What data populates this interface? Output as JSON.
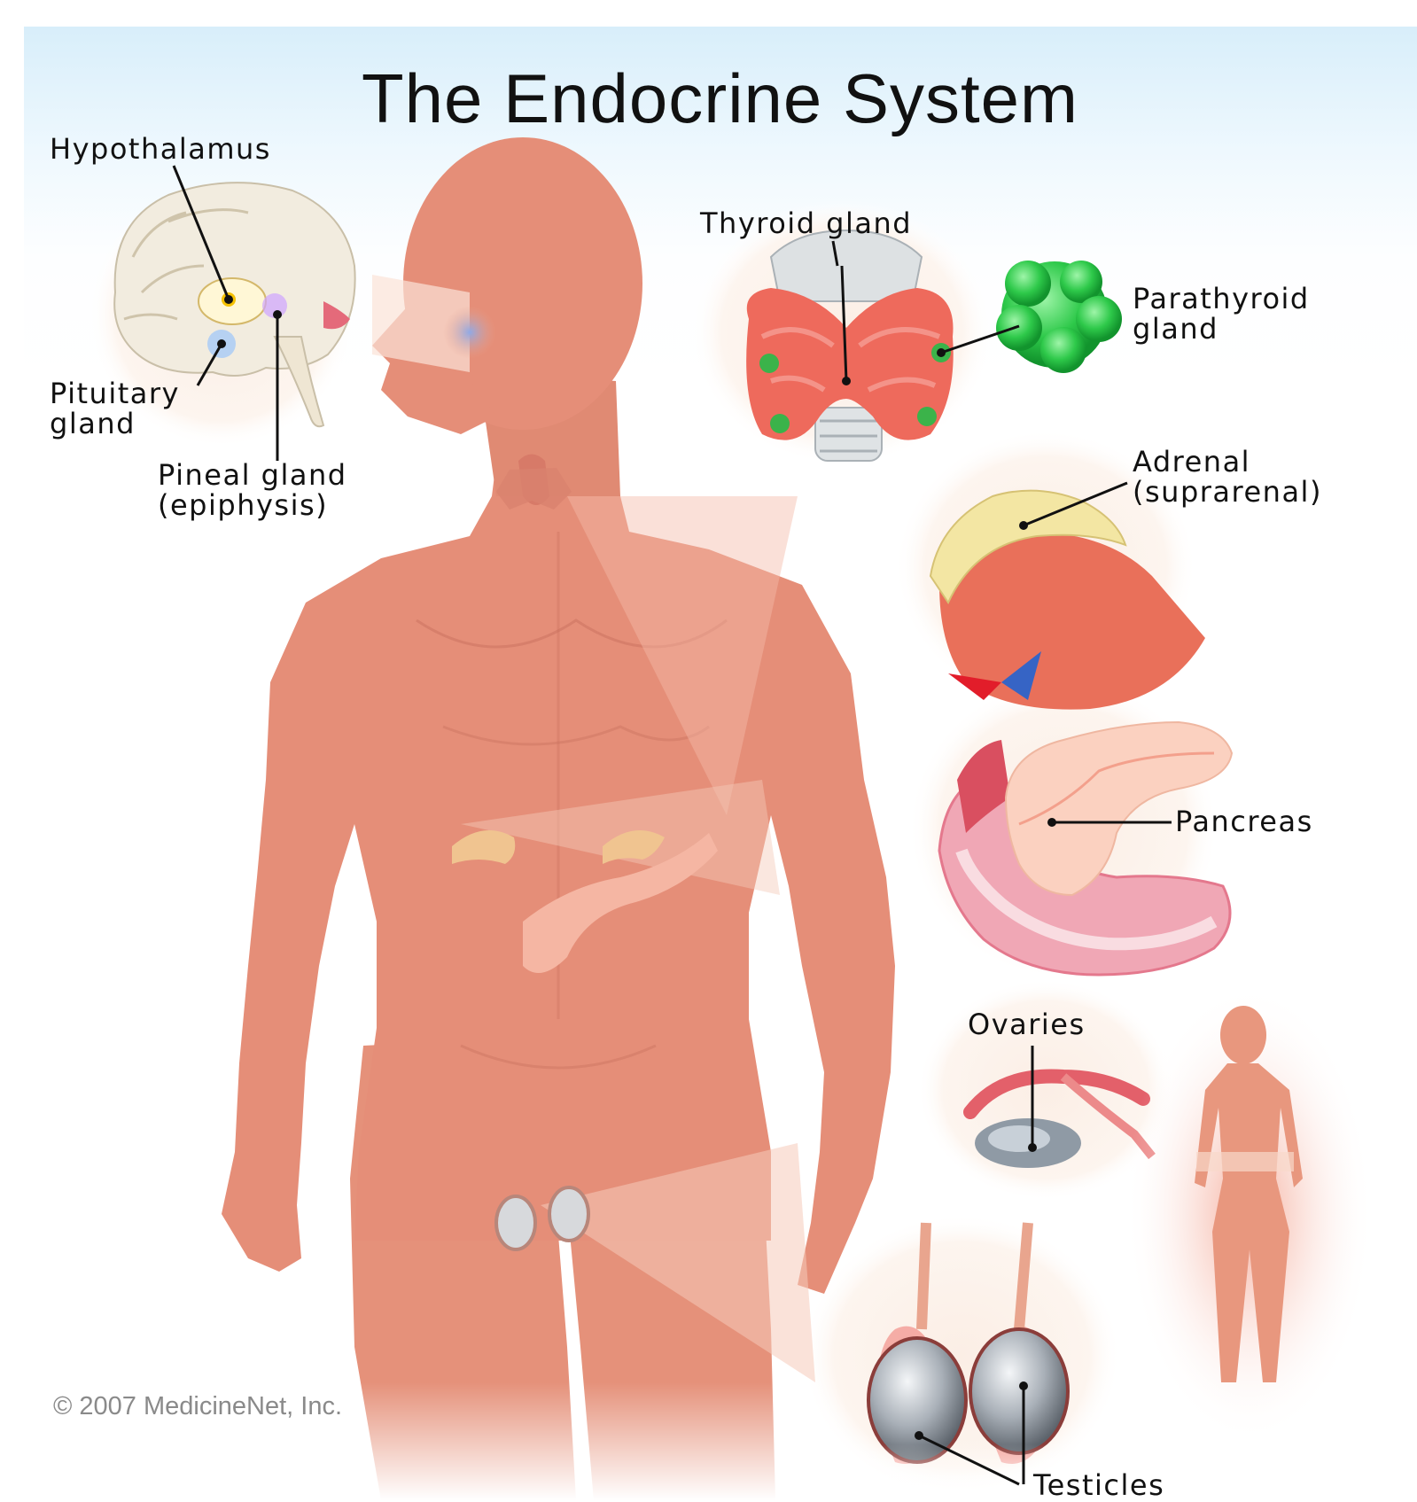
{
  "title": "The Endocrine System",
  "labels": {
    "hypothalamus": "Hypothalamus",
    "pituitary_line1": "Pituitary",
    "pituitary_line2": "gland",
    "pineal_line1": "Pineal gland",
    "pineal_line2": "(epiphysis)",
    "thyroid": "Thyroid gland",
    "parathyroid_line1": "Parathyroid",
    "parathyroid_line2": "gland",
    "adrenal_line1": "Adrenal",
    "adrenal_line2": "(suprarenal)",
    "pancreas": "Pancreas",
    "ovaries": "Ovaries",
    "testicles": "Testicles"
  },
  "copyright": "© 2007 MedicineNet, Inc.",
  "colors": {
    "skin": "#e58e78",
    "background_top": "#d8eefa",
    "parathyroid_green": "#2ec94a",
    "thyroid_red": "#ee6a5c"
  }
}
